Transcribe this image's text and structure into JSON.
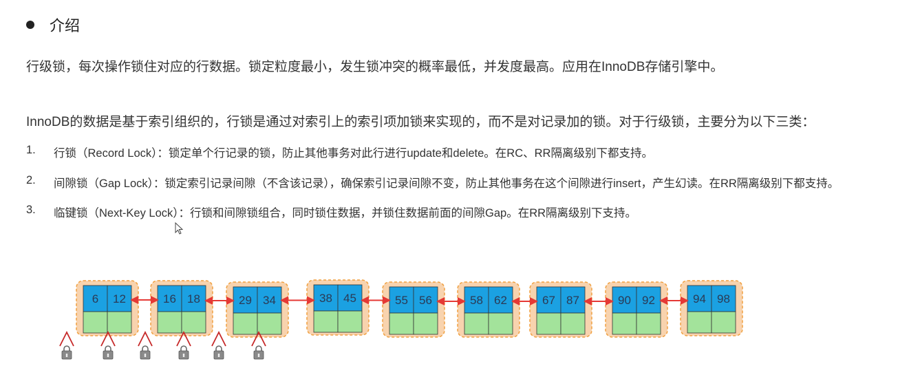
{
  "section": {
    "title": "介绍"
  },
  "paragraphs": [
    "行级锁，每次操作锁住对应的行数据。锁定粒度最小，发生锁冲突的概率最低，并发度最高。应用在InnoDB存储引擎中。",
    "InnoDB的数据是基于索引组织的，行锁是通过对索引上的索引项加锁来实现的，而不是对记录加的锁。对于行级锁，主要分为以下三类："
  ],
  "list_items": [
    {
      "num": "1.",
      "text": "行锁（Record Lock）：锁定单个行记录的锁，防止其他事务对此行进行update和delete。在RC、RR隔离级别下都支持。"
    },
    {
      "num": "2.",
      "text": "间隙锁（Gap Lock）：锁定索引记录间隙（不含该记录），确保索引记录间隙不变，防止其他事务在这个间隙进行insert，产生幻读。在RR隔离级别下都支持。"
    },
    {
      "num": "3.",
      "text": "临键锁（Next-Key Lock）：行锁和间隙锁组合，同时锁住数据，并锁住数据前面的间隙Gap。在RR隔离级别下支持。"
    }
  ],
  "diagram": {
    "nodes": [
      [
        "6",
        "12"
      ],
      [
        "16",
        "18"
      ],
      [
        "29",
        "34"
      ],
      [
        "38",
        "45"
      ],
      [
        "55",
        "56"
      ],
      [
        "58",
        "62"
      ],
      [
        "67",
        "87"
      ],
      [
        "90",
        "92"
      ],
      [
        "94",
        "98"
      ]
    ],
    "lock_count": 6,
    "colors": {
      "node_outer": "#F8D3AE",
      "node_outer_border": "#F0A040",
      "key_cell": "#1BA1E2",
      "data_cell": "#A3E39B",
      "arrow": "#E53935",
      "lock_marker": "#C62828"
    }
  }
}
